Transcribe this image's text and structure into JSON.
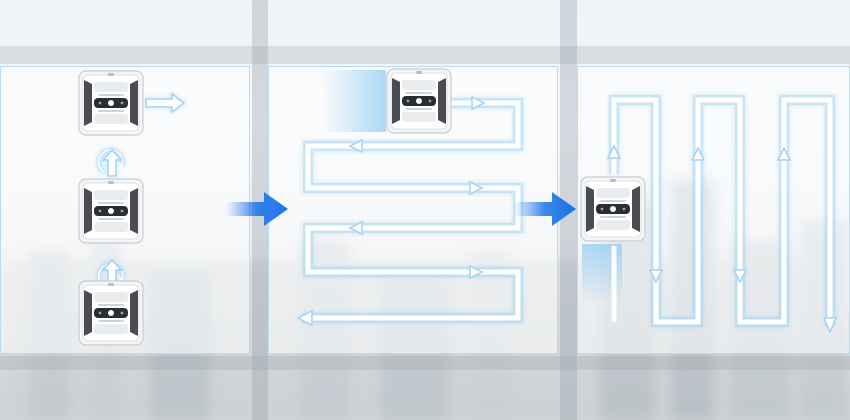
{
  "stages": [
    {
      "pattern": "start-sequence",
      "robot_count": 3
    },
    {
      "pattern": "horizontal-zigzag",
      "robot_count": 1
    },
    {
      "pattern": "vertical-zigzag",
      "robot_count": 1
    }
  ],
  "icons": {
    "robot": "window-cleaning-robot-icon",
    "transition": "right-arrow-icon",
    "path_arrow": "hollow-arrow-icon",
    "rotate": "rotate-arrow-icon"
  },
  "colors": {
    "path_stroke": "#ffffff",
    "path_glow": "#9fd3f5",
    "transition_arrow": "#1a73e8",
    "pane_border": "#b9dcf3",
    "robot_body": "#f4f5f6",
    "robot_accent": "#2a2d33"
  }
}
